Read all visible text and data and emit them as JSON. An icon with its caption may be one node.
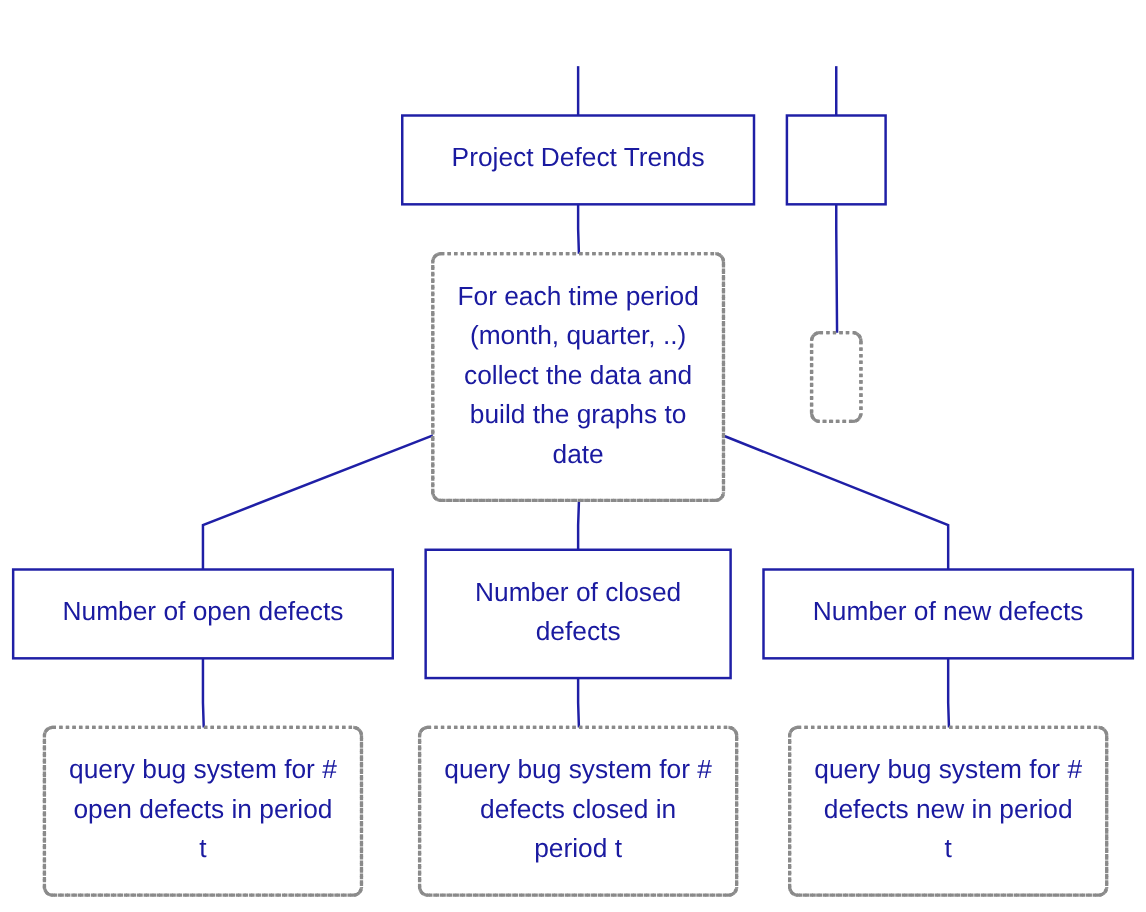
{
  "diagram": {
    "nodes": [
      {
        "text": [
          "Project Defect Trends"
        ]
      },
      {
        "text": [],
        "shape": "box"
      },
      {
        "text": [
          "For each time period (month, quarter, ..) collect the data and build the graphs to date"
        ]
      },
      {
        "text": [],
        "shape": "box"
      },
      {
        "text": [
          "Number of open defects"
        ]
      },
      {
        "text": [
          "Number of closed defects"
        ]
      },
      {
        "text": [
          "Number of new defects"
        ]
      },
      {
        "text": [
          "query bug system for # open defects in period t"
        ]
      },
      {
        "text": [
          "query bug system for # defects closed in period t"
        ]
      },
      {
        "text": [
          "query bug system for # defects new in period t"
        ]
      }
    ],
    "edges": [
      {
        "from": null,
        "to": 0,
        "arrow": "none"
      },
      {
        "from": null,
        "to": 1,
        "arrow": "none"
      },
      {
        "from": 0,
        "to": 2,
        "arrow": "none"
      },
      {
        "from": 1,
        "to": 3,
        "arrow": "none"
      },
      {
        "from": 2,
        "to": 4,
        "arrow": "none"
      },
      {
        "from": 2,
        "to": 5,
        "arrow": "none"
      },
      {
        "from": 2,
        "to": 6,
        "arrow": "none"
      },
      {
        "from": 4,
        "to": 7,
        "arrow": "none"
      },
      {
        "from": 5,
        "to": 8,
        "arrow": "none"
      },
      {
        "from": 6,
        "to": 9,
        "arrow": "none"
      }
    ]
  }
}
